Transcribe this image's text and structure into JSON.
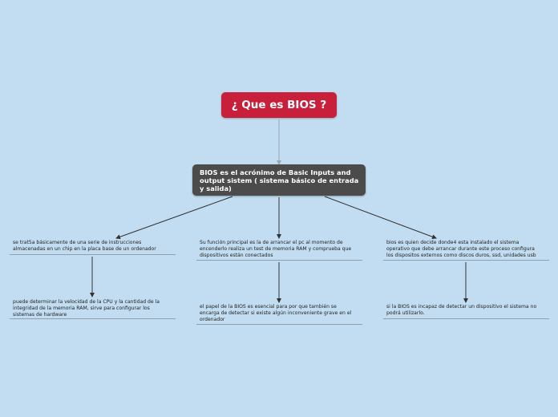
{
  "root": {
    "title": "¿ Que es BIOS ?"
  },
  "main": {
    "text": "BIOS es el acrónimo de Basic Inputs and output sistem ( sistema básico de entrada y salida)"
  },
  "branches": [
    {
      "text": "se trat5a básicamente de una serie de instrucciones\nalmacenadas en un chip en la placa base de un ordenador",
      "child": "puede determinar la velocidad de la CPU y la cantidad de la\nintegridad de la memoria RAM, sirve para configurar los\nsistemas de hardware"
    },
    {
      "text": "Su función principal es la de arrancar el pc al momento de\nencenderlo realiza un test de memoria RAM y comprueba que\ndispositivos están conectados",
      "child": "el papel de la BIOS es esencial para por que también se\nencarga de detectar si existe algún inconveniente grave en el\nordenador"
    },
    {
      "text": "bios es quien decide  donde4 esta instalado el sistema\noperativo que debe arrancar durante este proceso configura\nlos dispositos externos como discos duros, ssd, unidades usb",
      "child": "si la BIOS es incapaz de detectar un dispositivo el sistema no\npodrá utilizarlo."
    }
  ]
}
